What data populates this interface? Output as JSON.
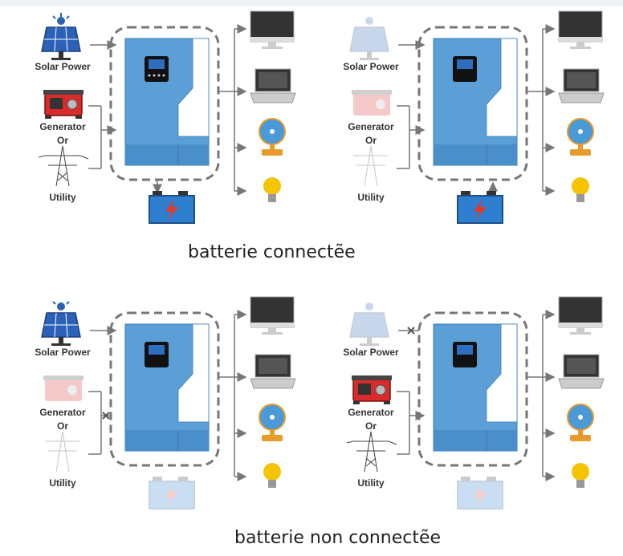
{
  "labels": {
    "solar": "Solar Power",
    "generator": "Generator",
    "or": "Or",
    "utility": "Utility"
  },
  "captions": {
    "connected": "batterie connectẽe",
    "not_connected": "batterie non connectẽe"
  },
  "panels": [
    {
      "id": "top-left",
      "solar_active": true,
      "generator_active": true,
      "battery_active": true,
      "battery_flow": "charge",
      "solar_blocked": false,
      "grid_blocked": false
    },
    {
      "id": "top-right",
      "solar_active": false,
      "generator_active": false,
      "battery_active": true,
      "battery_flow": "discharge",
      "solar_blocked": false,
      "grid_blocked": false
    },
    {
      "id": "bottom-left",
      "solar_active": true,
      "generator_active": false,
      "battery_active": false,
      "battery_flow": "none",
      "solar_blocked": false,
      "grid_blocked": true
    },
    {
      "id": "bottom-right",
      "solar_active": false,
      "generator_active": true,
      "battery_active": false,
      "battery_flow": "none",
      "solar_blocked": true,
      "grid_blocked": false
    }
  ],
  "colors": {
    "inverter_blue": "#5b9fd6",
    "dashed_border": "#777777",
    "arrow": "#777777",
    "battery_blue": "#2f7fd0",
    "generator_red": "#d92b2b"
  },
  "icons": [
    "solar-panel-icon",
    "generator-icon",
    "power-tower-icon",
    "inverter-icon",
    "battery-icon",
    "monitor-icon",
    "laptop-icon",
    "fan-icon",
    "bulb-icon"
  ]
}
